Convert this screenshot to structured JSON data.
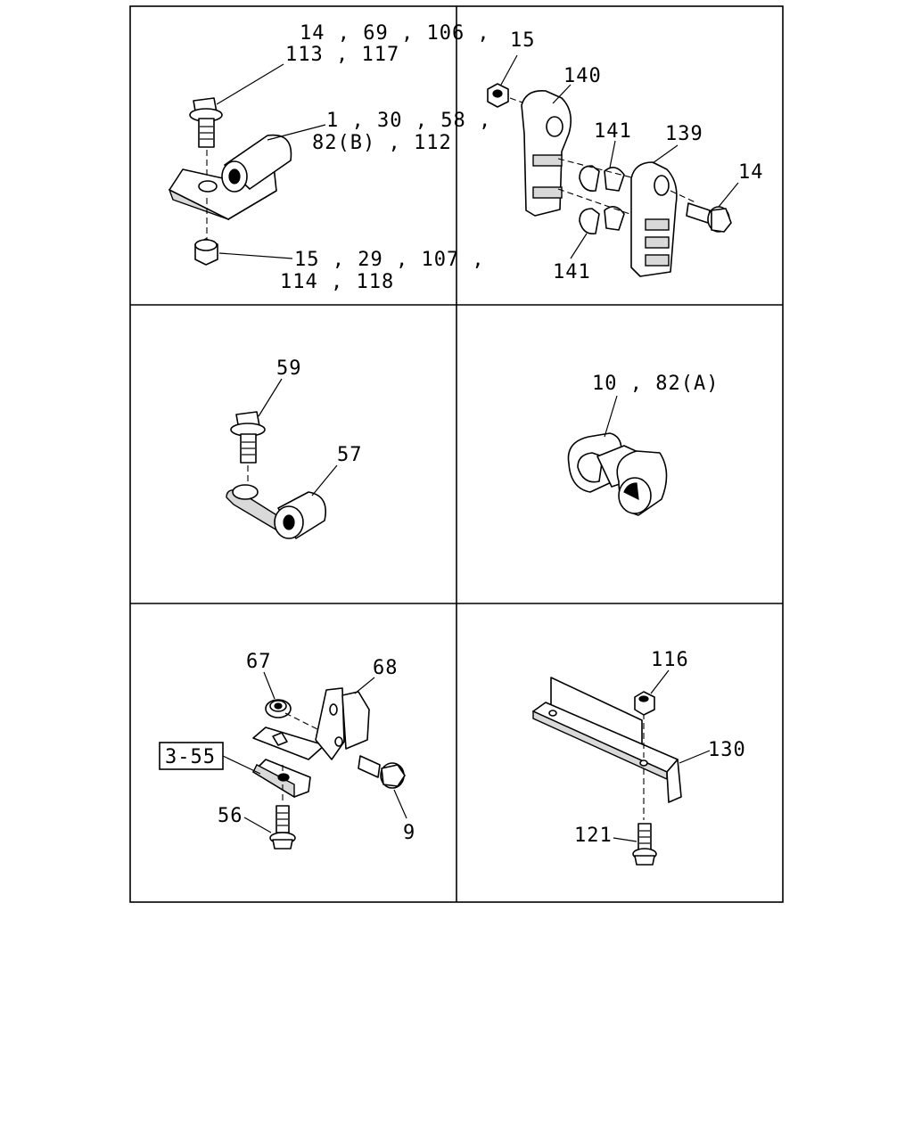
{
  "panels": [
    {
      "id": "top-left",
      "callouts": [
        "14 , 69 , 106 ,",
        "113 , 117",
        "1 , 30 , 58 ,",
        "82(B) , 112",
        "15 , 29 , 107 ,",
        "114 , 118"
      ]
    },
    {
      "id": "top-right",
      "callouts": [
        "15",
        "140",
        "141",
        "139",
        "14",
        "141"
      ]
    },
    {
      "id": "middle-left",
      "callouts": [
        "59",
        "57"
      ]
    },
    {
      "id": "middle-right",
      "callouts": [
        "10 , 82(A)"
      ]
    },
    {
      "id": "bottom-left",
      "callouts": [
        "67",
        "68",
        "3-55",
        "56",
        "9"
      ]
    },
    {
      "id": "bottom-right",
      "callouts": [
        "116",
        "130",
        "121"
      ]
    }
  ]
}
